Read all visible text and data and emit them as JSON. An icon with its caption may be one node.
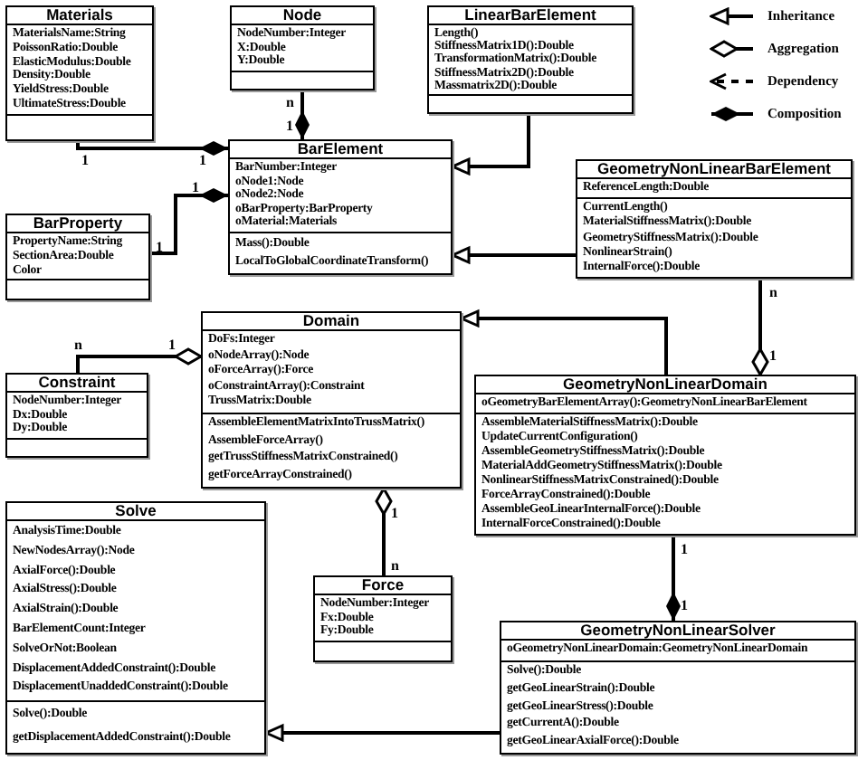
{
  "diagram": {
    "nodes": [
      {
        "text": [
          "Materials"
        ]
      },
      {
        "text": [
          "MaterialsName:String",
          "PoissonRatio:Double",
          "ElasticModulus:Double",
          "Density:Double",
          "YieldStress:Double",
          "UltimateStress:Double"
        ],
        "in": 0
      },
      {
        "text": [],
        "shape": "box",
        "in": 0
      },
      {
        "text": [
          "Node"
        ]
      },
      {
        "text": [
          "NodeNumber:Integer",
          "X:Double",
          "Y:Double"
        ],
        "in": 3
      },
      {
        "text": [],
        "shape": "box",
        "in": 3
      },
      {
        "text": [
          "LinearBarElement"
        ]
      },
      {
        "text": [
          "Length()",
          "StiffnessMatrix1D():Double",
          "TransformationMatrix():Double",
          "StiffnessMatrix2D():Double",
          "Massmatrix2D():Double"
        ],
        "in": 6
      },
      {
        "text": [],
        "shape": "box",
        "in": 6
      },
      {
        "text": [
          "BarElement"
        ]
      },
      {
        "text": [
          "BarNumber:Integer",
          "oNode1:Node",
          "oNode2:Node",
          "oBarProperty:BarProperty",
          "oMaterial:Materials"
        ],
        "in": 9
      },
      {
        "text": [
          "Mass():Double",
          "LocalToGlobalCoordinateTransform()"
        ],
        "in": 9
      },
      {
        "text": [
          "GeometryNonLinearBarElement"
        ]
      },
      {
        "text": [
          "ReferenceLength:Double"
        ],
        "in": 12
      },
      {
        "text": [
          "CurrentLength()",
          "MaterialStiffnessMatrix():Double",
          "GeometryStiffnessMatrix():Double",
          "NonlinearStrain()",
          "InternalForce():Double"
        ],
        "in": 12
      },
      {
        "text": [
          "BarProperty"
        ]
      },
      {
        "text": [
          "PropertyName:String",
          "SectionArea:Double",
          "Color"
        ],
        "in": 15
      },
      {
        "text": [],
        "shape": "box",
        "in": 15
      },
      {
        "text": [
          "Domain"
        ]
      },
      {
        "text": [
          "DoFs:Integer",
          "oNodeArray():Node",
          "oForceArray():Force",
          "oConstraintArray():Constraint",
          "TrussMatrix:Double"
        ],
        "in": 18
      },
      {
        "text": [
          "AssembleElementMatrixIntoTrussMatrix()",
          "AssembleForceArray()",
          "getTrussStiffnessMatrixConstrained()",
          "getForceArrayConstrained()"
        ],
        "in": 18
      },
      {
        "text": [
          "Constraint"
        ]
      },
      {
        "text": [
          "NodeNumber:Integer",
          "Dx:Double",
          "Dy:Double"
        ],
        "in": 21
      },
      {
        "text": [],
        "shape": "box",
        "in": 21
      },
      {
        "text": [
          "GeometryNonLinearDomain"
        ]
      },
      {
        "text": [
          "oGeometryBarElementArray():GeometryNonLinearBarElement"
        ],
        "in": 24
      },
      {
        "text": [
          "AssembleMaterialStiffnessMatrix():Double",
          "UpdateCurrentConfiguration()",
          "AssembleGeometryStiffnessMatrix():Double",
          "MaterialAddGeometryStiffnessMatrix():Double",
          "NonlinearStiffnessMatrixConstrained():Double",
          "ForceArrayConstrained():Double",
          "AssembleGeoLinearInternalForce():Double",
          "InternalForceConstrained():Double"
        ],
        "in": 24
      },
      {
        "text": [
          "Solve"
        ]
      },
      {
        "text": [
          "AnalysisTime:Double",
          "NewNodesArray():Node",
          "AxialForce():Double",
          "AxialStress():Double",
          "AxialStrain():Double",
          "BarElementCount:Integer",
          "SolveOrNot:Boolean",
          "DisplacementAddedConstraint():Double",
          "DisplacementUnaddedConstraint():Double"
        ],
        "in": 27
      },
      {
        "text": [
          "Solve():Double",
          "getDisplacementAddedConstraint():Double"
        ],
        "in": 27
      },
      {
        "text": [
          "Force"
        ]
      },
      {
        "text": [
          "NodeNumber:Integer",
          "Fx:Double",
          "Fy:Double"
        ],
        "in": 30
      },
      {
        "text": [],
        "shape": "box",
        "in": 30
      },
      {
        "text": [
          "GeometryNonLinearSolver"
        ]
      },
      {
        "text": [
          "oGeometryNonLinearDomain:GeometryNonLinearDomain"
        ],
        "in": 33
      },
      {
        "text": [
          "Solve():Double",
          "getGeoLinearStrain():Double",
          "getGeoLinearStress():Double",
          "getCurrentA():Double",
          "getGeoLinearAxialForce():Double"
        ],
        "in": 33
      }
    ],
    "edges": [
      {
        "from": 0,
        "to": 9,
        "arrow": "other"
      },
      {
        "from": 3,
        "to": 9,
        "arrow": "other"
      },
      {
        "from": 15,
        "to": 9,
        "arrow": "other"
      },
      {
        "from": 6,
        "to": 9,
        "arrow": "to"
      },
      {
        "from": 12,
        "to": 9,
        "arrow": "to"
      },
      {
        "from": 12,
        "to": 24,
        "arrow": "other"
      },
      {
        "from": 21,
        "to": 18,
        "arrow": "other"
      },
      {
        "from": 24,
        "to": 18,
        "arrow": "to"
      },
      {
        "from": 30,
        "to": 18,
        "arrow": "other"
      },
      {
        "from": 24,
        "to": 33,
        "arrow": "other"
      },
      {
        "from": 33,
        "to": 27,
        "arrow": "to"
      }
    ],
    "labels": [
      "1",
      "1",
      "n",
      "1",
      "1",
      "1",
      "n",
      "1",
      "n",
      "1",
      "1",
      "n",
      "1",
      "1"
    ],
    "legend": [
      {
        "text": "Inheritance"
      },
      {
        "text": "Aggregation"
      },
      {
        "text": "Dependency"
      },
      {
        "text": "Composition"
      }
    ]
  }
}
